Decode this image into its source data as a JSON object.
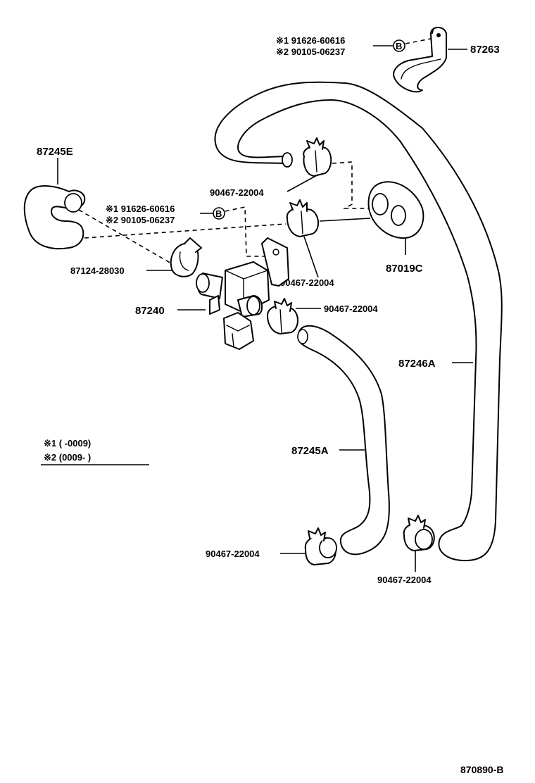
{
  "labels": {
    "bracket": "87263",
    "hose_top_left": "87245E",
    "hose_lower": "87245A",
    "hose_long": "87246A",
    "valve": "87240",
    "clamp_ring": "87124-28030",
    "grommet": "87019C",
    "clip1": "90467-22004",
    "clip2": "90467-22004",
    "clip3": "90467-22004",
    "clip4": "90467-22004",
    "clip5": "90467-22004"
  },
  "bolt_refs_top": {
    "line1": "※1 91626-60616",
    "line2": "※2 90105-06237",
    "marker": "B"
  },
  "bolt_refs_mid": {
    "line1": "※1 91626-60616",
    "line2": "※2 90105-06237",
    "marker": "B"
  },
  "notes": {
    "line1": "※1 (        -0009)",
    "line2": "※2 (0009-         )"
  },
  "diagram_id": "870890-B"
}
